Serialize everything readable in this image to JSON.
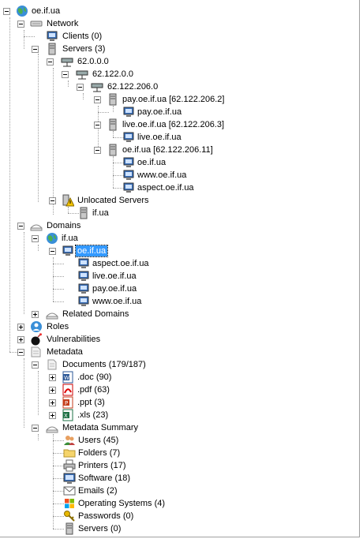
{
  "tree": {
    "root": "oe.if.ua",
    "network": "Network",
    "clients": "Clients (0)",
    "servers": "Servers (3)",
    "ip1": "62.0.0.0",
    "ip2": "62.122.0.0",
    "ip3": "62.122.206.0",
    "pay_srv": "pay.oe.if.ua [62.122.206.2]",
    "pay_host": "pay.oe.if.ua",
    "live_srv": "live.oe.if.ua [62.122.206.3]",
    "live_host": "live.oe.if.ua",
    "oe_srv": "oe.if.ua [62.122.206.11]",
    "oe_host1": "oe.if.ua",
    "oe_host2": "www.oe.if.ua",
    "oe_host3": "aspect.oe.if.ua",
    "unlocated": "Unlocated Servers",
    "unlocated_host": "if.ua",
    "domains": "Domains",
    "dom_ifua": "if.ua",
    "dom_oe": "oe.if.ua",
    "sub1": "aspect.oe.if.ua",
    "sub2": "live.oe.if.ua",
    "sub3": "pay.oe.if.ua",
    "sub4": "www.oe.if.ua",
    "related": "Related Domains",
    "roles": "Roles",
    "vulns": "Vulnerabilities",
    "metadata": "Metadata",
    "documents": "Documents (179/187)",
    "doc": ".doc (90)",
    "pdf": ".pdf (63)",
    "ppt": ".ppt (3)",
    "xls": ".xls (23)",
    "summary": "Metadata Summary",
    "users": "Users (45)",
    "folders": "Folders (7)",
    "printers": "Printers (17)",
    "software": "Software (18)",
    "emails": "Emails (2)",
    "os": "Operating Systems (4)",
    "passwords": "Passwords (0)",
    "servers_meta": "Servers (0)"
  },
  "colors": {
    "selection": "#3399ff",
    "lines": "#a0a0a0"
  }
}
